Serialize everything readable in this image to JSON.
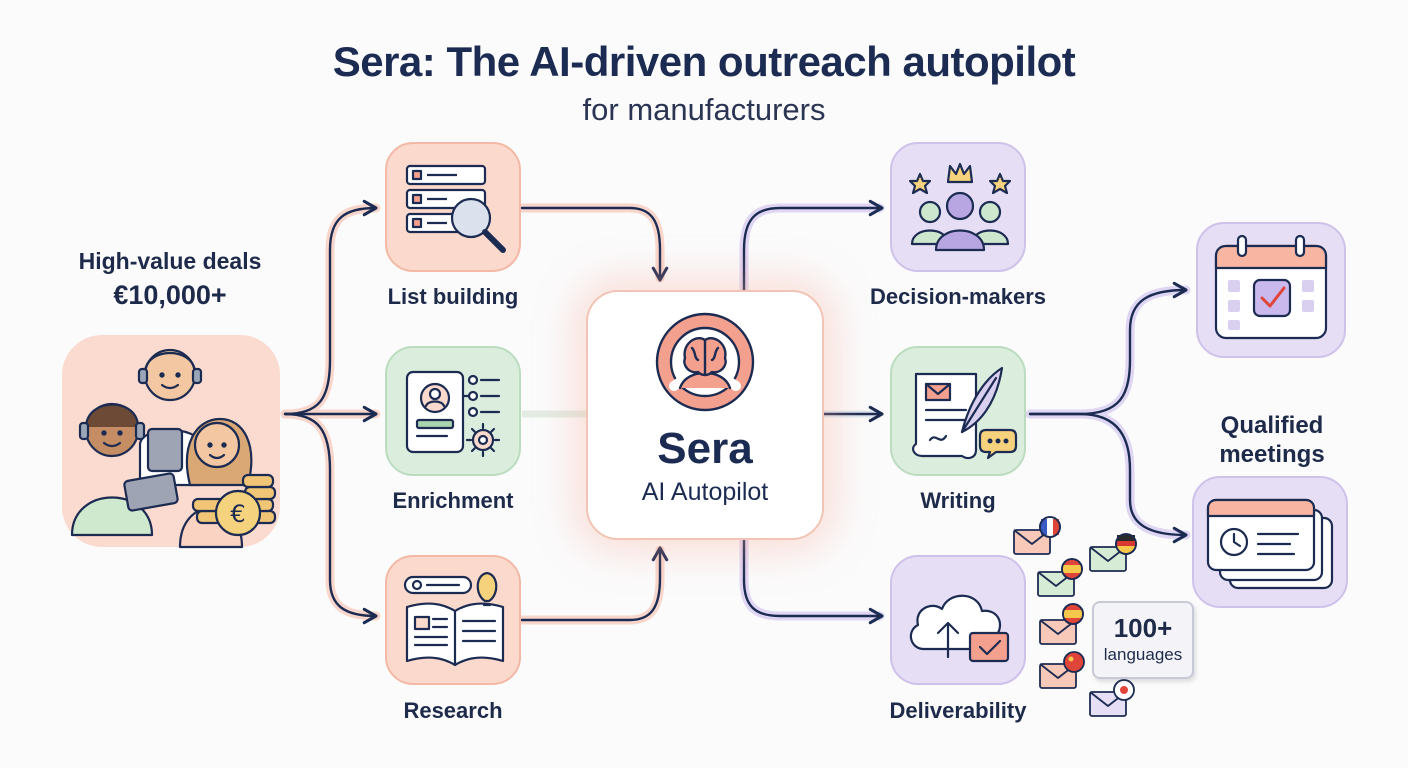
{
  "header": {
    "title": "Sera: The AI-driven outreach autopilot",
    "subtitle": "for manufacturers"
  },
  "input": {
    "line1": "High-value deals",
    "line2": "€10,000+"
  },
  "left_steps": [
    {
      "label": "List building",
      "icon": "list-search-icon"
    },
    {
      "label": "Enrichment",
      "icon": "profile-card-gear-icon"
    },
    {
      "label": "Research",
      "icon": "open-book-bulb-icon"
    }
  ],
  "center": {
    "name": "Sera",
    "subtitle": "AI Autopilot",
    "icon": "brain-steering-wheel-icon"
  },
  "right_steps": [
    {
      "label": "Decision-makers",
      "icon": "crowned-group-icon"
    },
    {
      "label": "Writing",
      "icon": "scroll-quill-icon"
    },
    {
      "label": "Deliverability",
      "icon": "cloud-upload-mail-icon"
    }
  ],
  "languages": {
    "count": "100+",
    "word": "languages"
  },
  "output": {
    "label_line1": "Qualified",
    "label_line2": "meetings",
    "icons": [
      "calendar-check-icon",
      "meeting-cards-icon"
    ]
  },
  "colors": {
    "navy": "#1c2b52",
    "peach": "#fbd9cc",
    "green": "#dbeedd",
    "purple": "#e6def5",
    "brain": "#f4a08e"
  }
}
